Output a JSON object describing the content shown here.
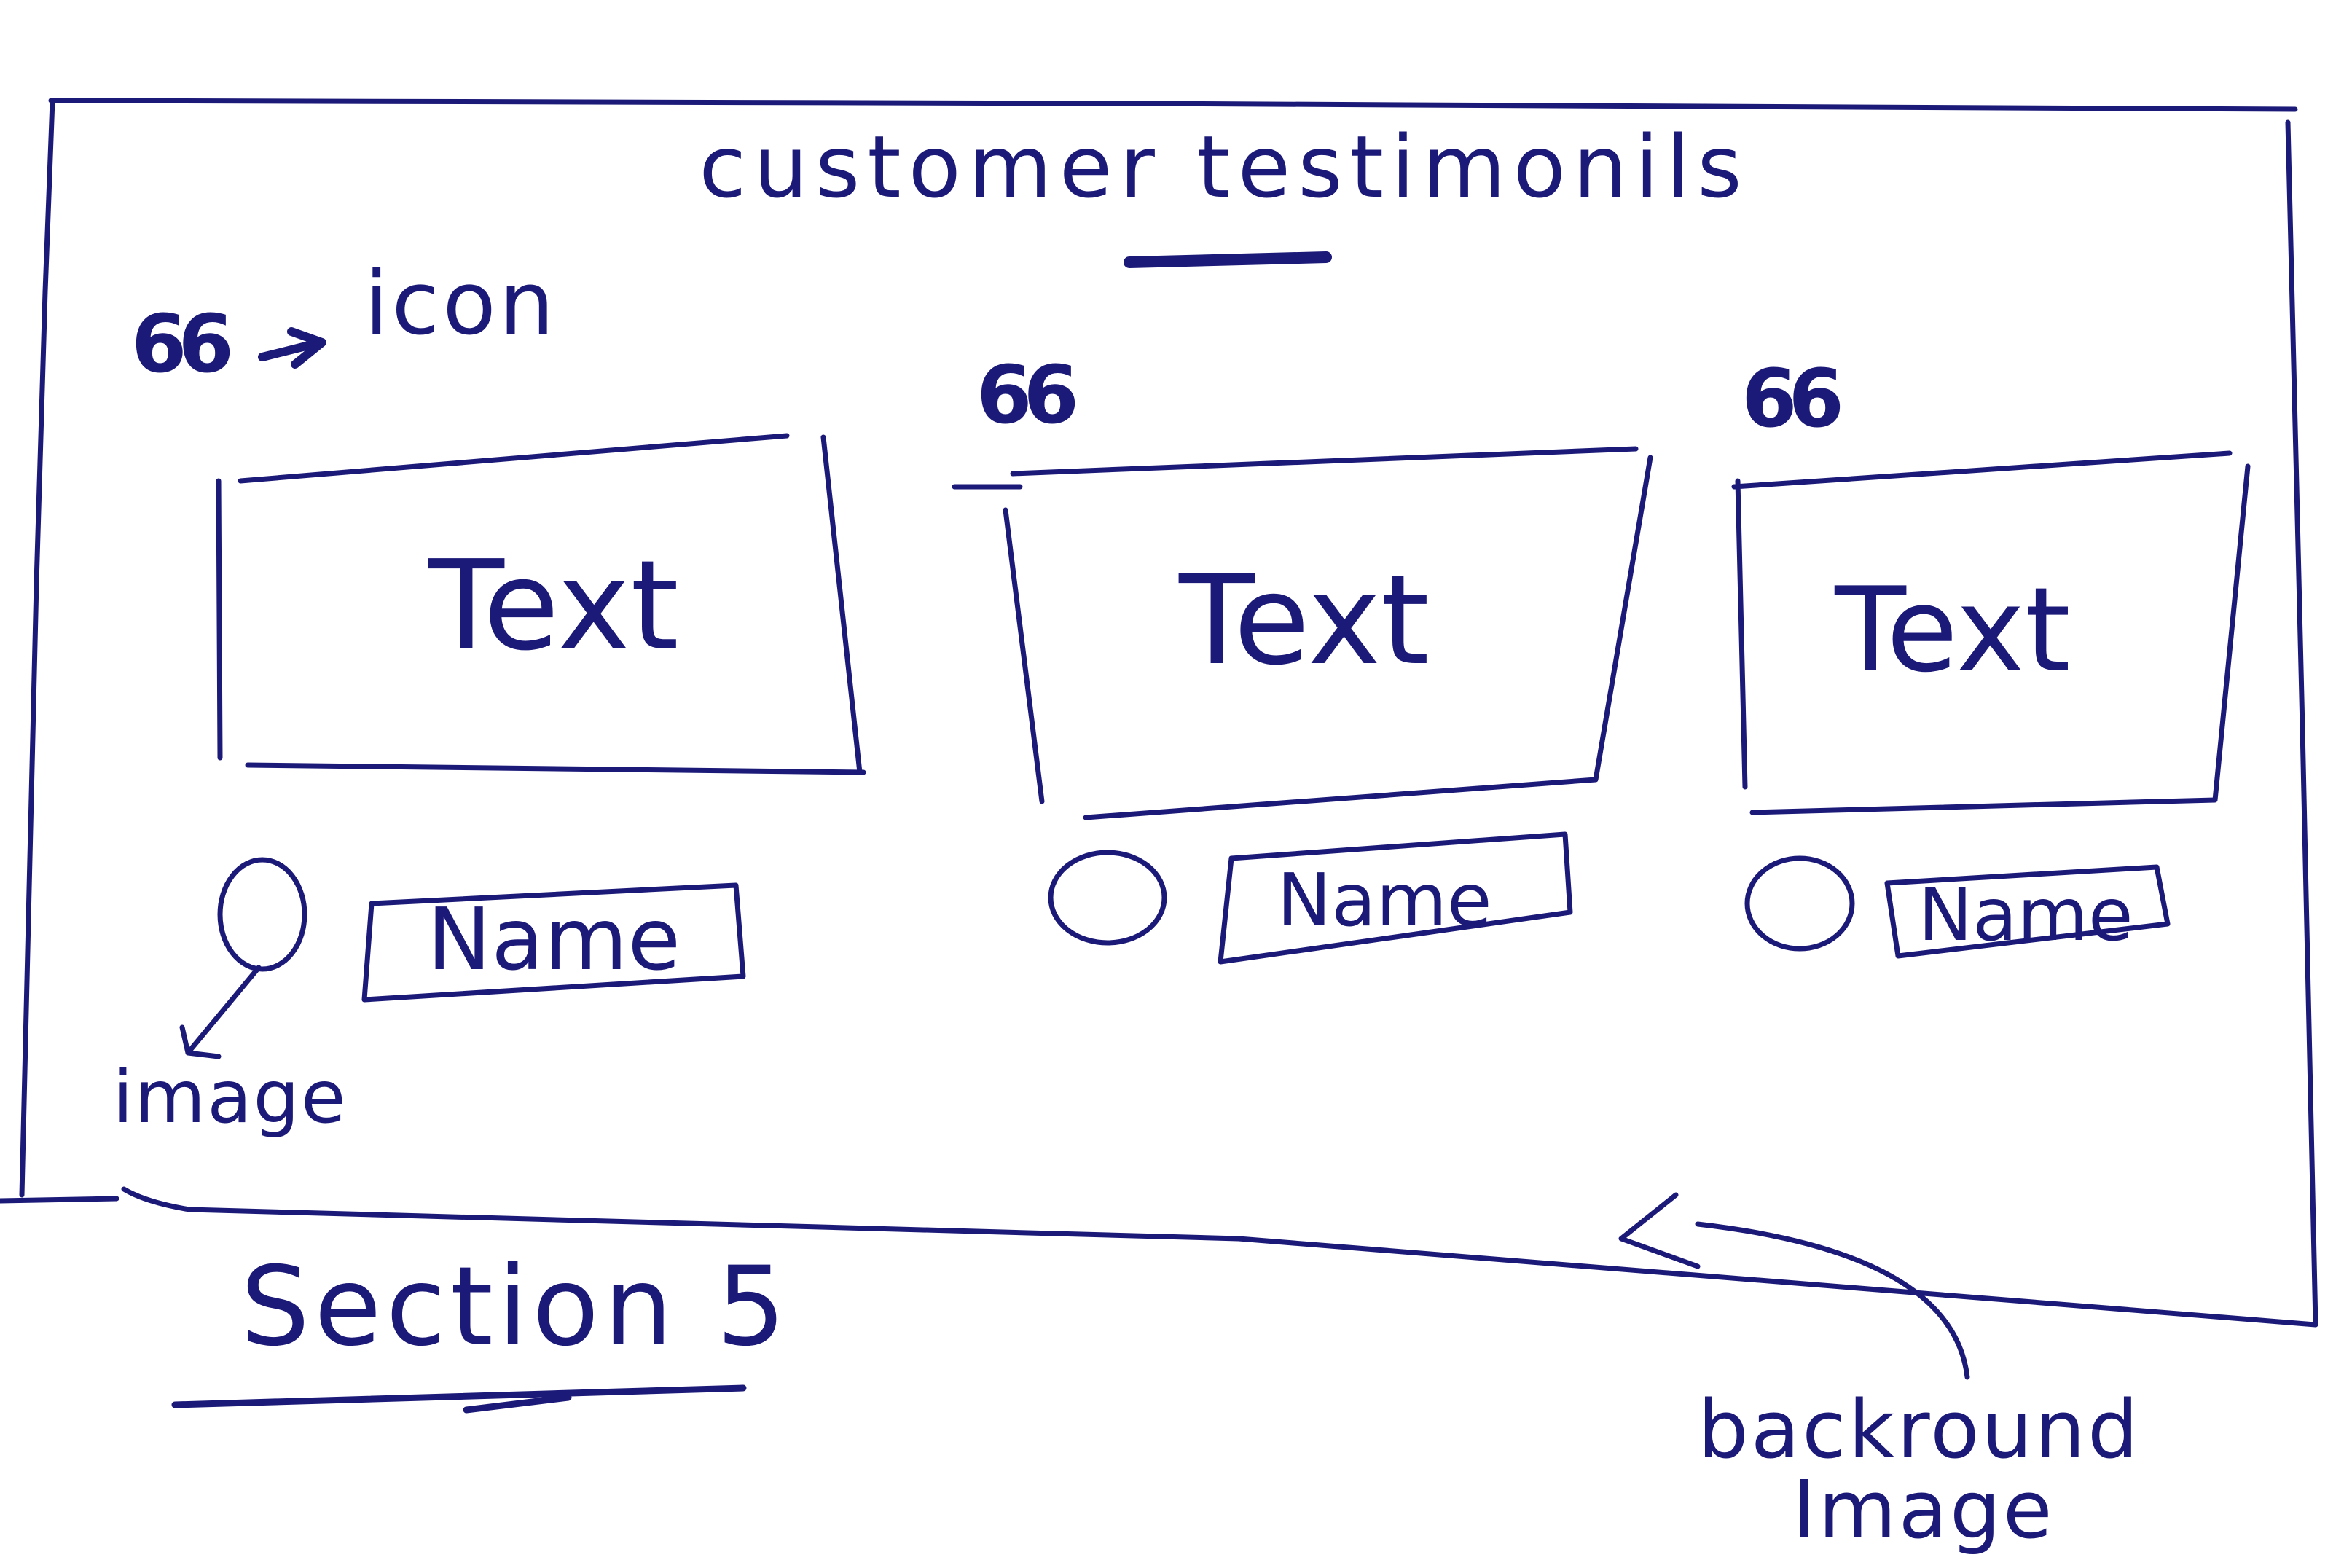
{
  "ink_color": "#1c1a78",
  "paper_color": "#ffffff",
  "section": {
    "heading": "customer testimonils",
    "icon_note": "icon",
    "caption": "Section 5"
  },
  "testimonials": [
    {
      "quote_mark": "66",
      "text": "Text",
      "name": "Name"
    },
    {
      "quote_mark": "66",
      "text": "Text",
      "name": "Name"
    },
    {
      "quote_mark": "66",
      "text": "Text",
      "name": "Name"
    }
  ],
  "annotations": {
    "image": "image",
    "background_line1": "backround",
    "background_line2": "Image"
  }
}
